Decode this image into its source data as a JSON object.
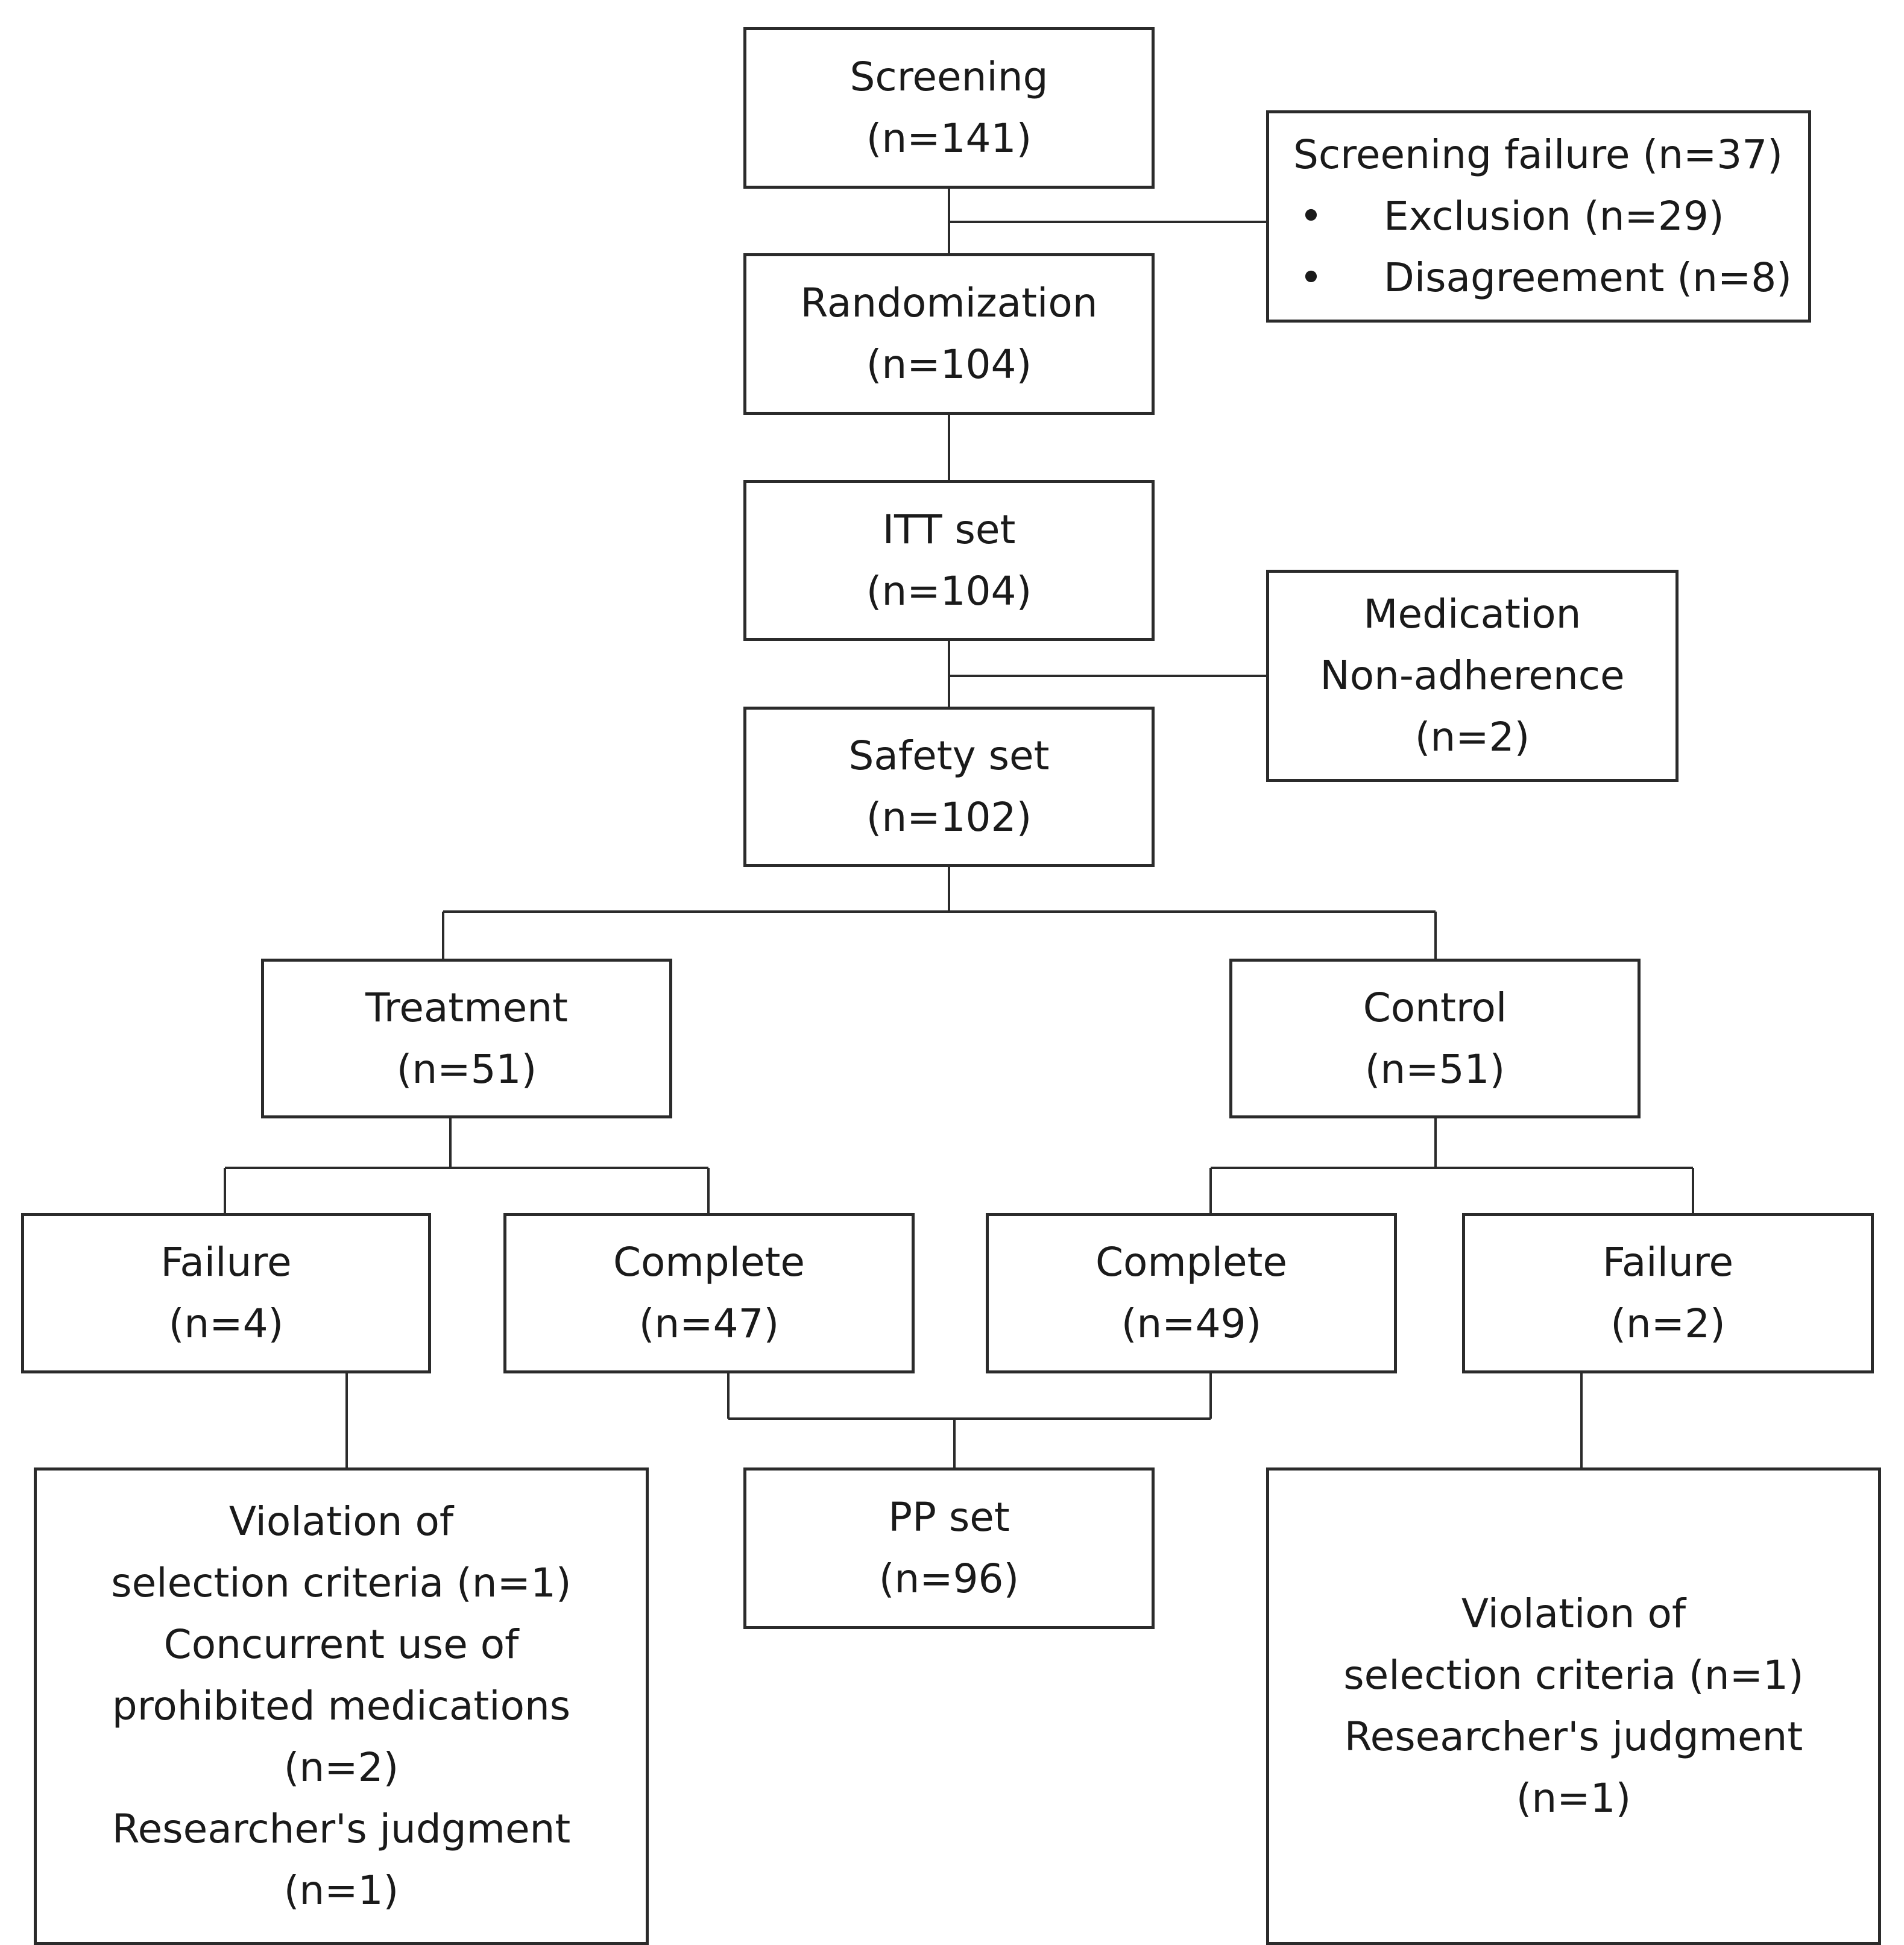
{
  "boxes": {
    "screening": {
      "title": "Screening",
      "count": "(n=141)"
    },
    "screening_failure": {
      "title": "Screening failure (n=37)",
      "items": [
        {
          "bullet": "•",
          "label": "Exclusion (n=29)"
        },
        {
          "bullet": "•",
          "label": "Disagreement (n=8)"
        }
      ]
    },
    "randomization": {
      "title": "Randomization",
      "count": "(n=104)"
    },
    "itt_set": {
      "title": "ITT set",
      "count": "(n=104)"
    },
    "medication_nonadherence": {
      "line1": "Medication",
      "line2": "Non-adherence",
      "count": "(n=2)"
    },
    "safety_set": {
      "title": "Safety set",
      "count": "(n=102)"
    },
    "treatment": {
      "title": "Treatment",
      "count": "(n=51)"
    },
    "control": {
      "title": "Control",
      "count": "(n=51)"
    },
    "treatment_failure": {
      "title": "Failure",
      "count": "(n=4)"
    },
    "treatment_complete": {
      "title": "Complete",
      "count": "(n=47)"
    },
    "control_complete": {
      "title": "Complete",
      "count": "(n=49)"
    },
    "control_failure": {
      "title": "Failure",
      "count": "(n=2)"
    },
    "pp_set": {
      "title": "PP set",
      "count": "(n=96)"
    },
    "treatment_failure_reasons": {
      "lines": [
        "Violation of",
        "selection criteria (n=1)",
        "Concurrent use of",
        "prohibited medications",
        "(n=2)",
        "Researcher's judgment",
        "(n=1)"
      ]
    },
    "control_failure_reasons": {
      "lines": [
        "Violation of",
        "selection criteria (n=1)",
        "Researcher's judgment",
        "(n=1)"
      ]
    }
  }
}
